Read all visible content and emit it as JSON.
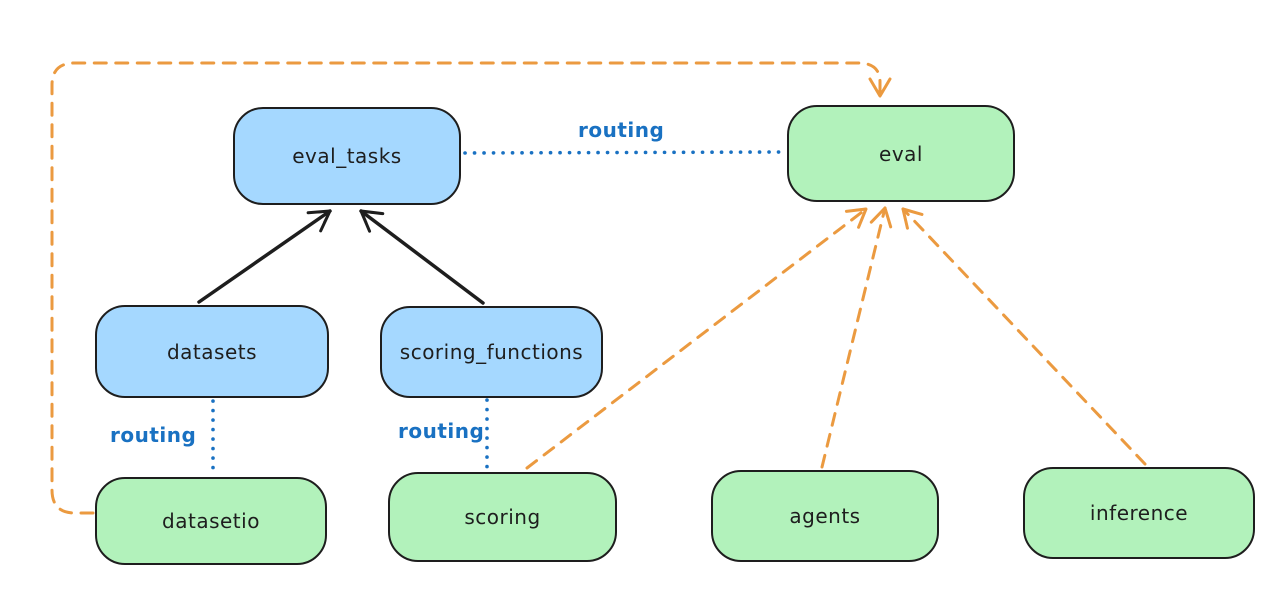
{
  "diagram": {
    "nodes": [
      {
        "id": "eval_tasks",
        "label": "eval_tasks",
        "fill": "#a5d8ff",
        "kind": "resource"
      },
      {
        "id": "eval",
        "label": "eval",
        "fill": "#b2f2bb",
        "kind": "api"
      },
      {
        "id": "datasets",
        "label": "datasets",
        "fill": "#a5d8ff",
        "kind": "resource"
      },
      {
        "id": "scoring_functions",
        "label": "scoring_functions",
        "fill": "#a5d8ff",
        "kind": "resource"
      },
      {
        "id": "datasetio",
        "label": "datasetio",
        "fill": "#b2f2bb",
        "kind": "api"
      },
      {
        "id": "scoring",
        "label": "scoring",
        "fill": "#b2f2bb",
        "kind": "api"
      },
      {
        "id": "agents",
        "label": "agents",
        "fill": "#b2f2bb",
        "kind": "api"
      },
      {
        "id": "inference",
        "label": "inference",
        "fill": "#b2f2bb",
        "kind": "api"
      }
    ],
    "edges": [
      {
        "from": "datasets",
        "to": "eval_tasks",
        "style": "solid",
        "color": "#1e1e1e",
        "arrow": true,
        "label": ""
      },
      {
        "from": "scoring_functions",
        "to": "eval_tasks",
        "style": "solid",
        "color": "#1e1e1e",
        "arrow": true,
        "label": ""
      },
      {
        "from": "eval_tasks",
        "to": "eval",
        "style": "dotted",
        "color": "#1971c2",
        "arrow": false,
        "label": "routing"
      },
      {
        "from": "datasets",
        "to": "datasetio",
        "style": "dotted",
        "color": "#1971c2",
        "arrow": false,
        "label": "routing"
      },
      {
        "from": "scoring_functions",
        "to": "scoring",
        "style": "dotted",
        "color": "#1971c2",
        "arrow": false,
        "label": "routing"
      },
      {
        "from": "scoring",
        "to": "eval",
        "style": "dashed",
        "color": "#eb9a40",
        "arrow": true,
        "label": ""
      },
      {
        "from": "agents",
        "to": "eval",
        "style": "dashed",
        "color": "#eb9a40",
        "arrow": true,
        "label": ""
      },
      {
        "from": "inference",
        "to": "eval",
        "style": "dashed",
        "color": "#eb9a40",
        "arrow": true,
        "label": ""
      },
      {
        "from": "datasetio",
        "to": "eval",
        "style": "dashed",
        "color": "#eb9a40",
        "arrow": true,
        "label": ""
      }
    ],
    "colors": {
      "background": "#ffffff",
      "node_stroke": "#1e1e1e",
      "blue_fill": "#a5d8ff",
      "green_fill": "#b2f2bb",
      "routing_blue": "#1971c2",
      "provider_orange": "#eb9a40",
      "solid_black": "#1e1e1e"
    }
  }
}
